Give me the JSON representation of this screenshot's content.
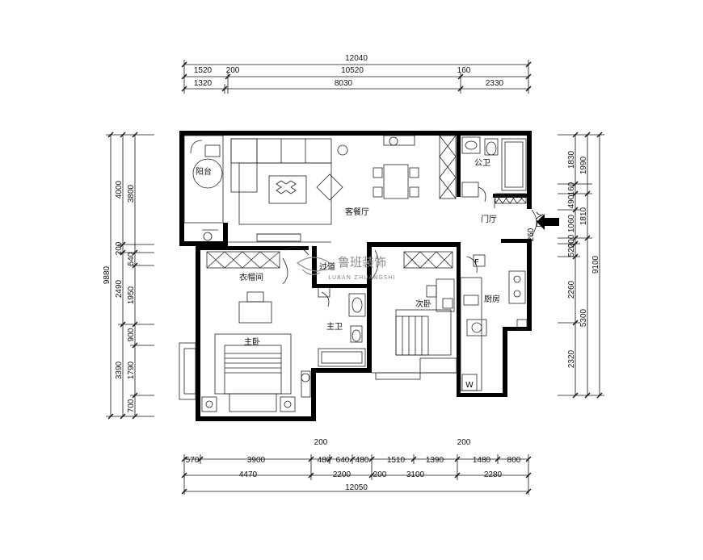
{
  "top_dims": {
    "total": "12040",
    "row2": [
      "1520",
      "200",
      "10520",
      "160"
    ],
    "row3": [
      "1320",
      "8030",
      "2330"
    ]
  },
  "bottom_dims": {
    "top_small": [
      "200",
      "200"
    ],
    "row1": [
      "570",
      "3900",
      "480",
      "640",
      "480",
      "1510",
      "1390",
      "1480",
      "800"
    ],
    "row2": [
      "4470",
      "2200",
      "3100",
      "2280"
    ],
    "mid_small": "200",
    "total": "12050"
  },
  "left_dims": {
    "total": "9880",
    "col2": [
      "4000",
      "200",
      "2490",
      "3390"
    ],
    "col3": [
      "3800",
      "540",
      "1950",
      "900",
      "1790",
      "700"
    ]
  },
  "right_dims": {
    "col1": [
      "1830",
      "160",
      "490",
      "1060",
      "200",
      "520",
      "2260",
      "2320"
    ],
    "col2": [
      "1990",
      "1810",
      "5300"
    ],
    "total": "9100"
  },
  "rooms": {
    "balcony": "阳台",
    "living_dining": "客餐厅",
    "public_bath": "公卫",
    "foyer": "门厅",
    "entrance": "入口",
    "closet": "衣帽间",
    "corridor": "过道",
    "master_bath": "主卫",
    "second_bedroom": "次卧",
    "kitchen": "厨房",
    "master_bedroom": "主卧"
  },
  "watermark": {
    "name": "鲁班装饰",
    "subtitle": "LUBAN ZHUANGSHI"
  },
  "colors": {
    "wall": "#000000",
    "line": "#222222",
    "watermark": "#8a8a8a"
  }
}
